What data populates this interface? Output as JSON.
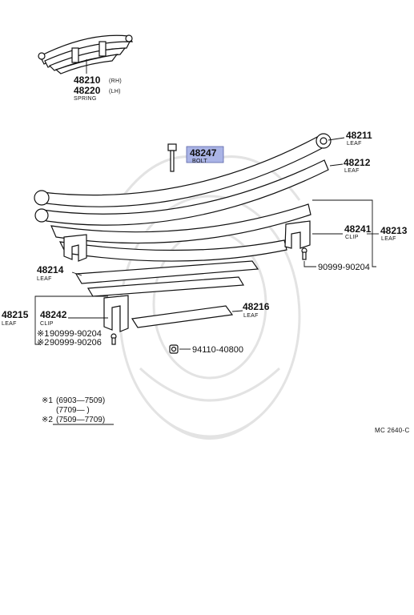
{
  "labels": {
    "spring_rh": {
      "number": "48210",
      "suffix": "(RH)"
    },
    "spring_lh": {
      "number": "48220",
      "suffix": "(LH)"
    },
    "spring_name": "SPRING",
    "leaf_48211": {
      "number": "48211",
      "name": "LEAF"
    },
    "bolt_48247": {
      "number": "48247",
      "name": "BOLT"
    },
    "leaf_48212": {
      "number": "48212",
      "name": "LEAF"
    },
    "clip_48241": {
      "number": "48241",
      "name": "CLIP"
    },
    "leaf_48213": {
      "number": "48213",
      "name": "LEAF"
    },
    "rivet_right": {
      "number": "90999-90204"
    },
    "leaf_48214": {
      "number": "48214",
      "name": "LEAF"
    },
    "leaf_48215": {
      "number": "48215",
      "name": "LEAF"
    },
    "clip_48242": {
      "number": "48242",
      "name": "CLIP"
    },
    "rivet_left_1": {
      "mark": "※1",
      "number": "90999-90204"
    },
    "rivet_left_2": {
      "mark": "※2",
      "number": "90999-90206"
    },
    "leaf_48216": {
      "number": "48216",
      "name": "LEAF"
    },
    "nut_94110": {
      "number": "94110-40800"
    }
  },
  "notes": [
    {
      "mark": "※1",
      "range": "(6903—7509)"
    },
    {
      "mark": "",
      "range": "(7709—      )"
    },
    {
      "mark": "※2",
      "range": "(7509—7709)"
    }
  ],
  "diagram_code": "MC 2640-C",
  "colors": {
    "highlight": "#aab4e6",
    "line": "#111111"
  }
}
